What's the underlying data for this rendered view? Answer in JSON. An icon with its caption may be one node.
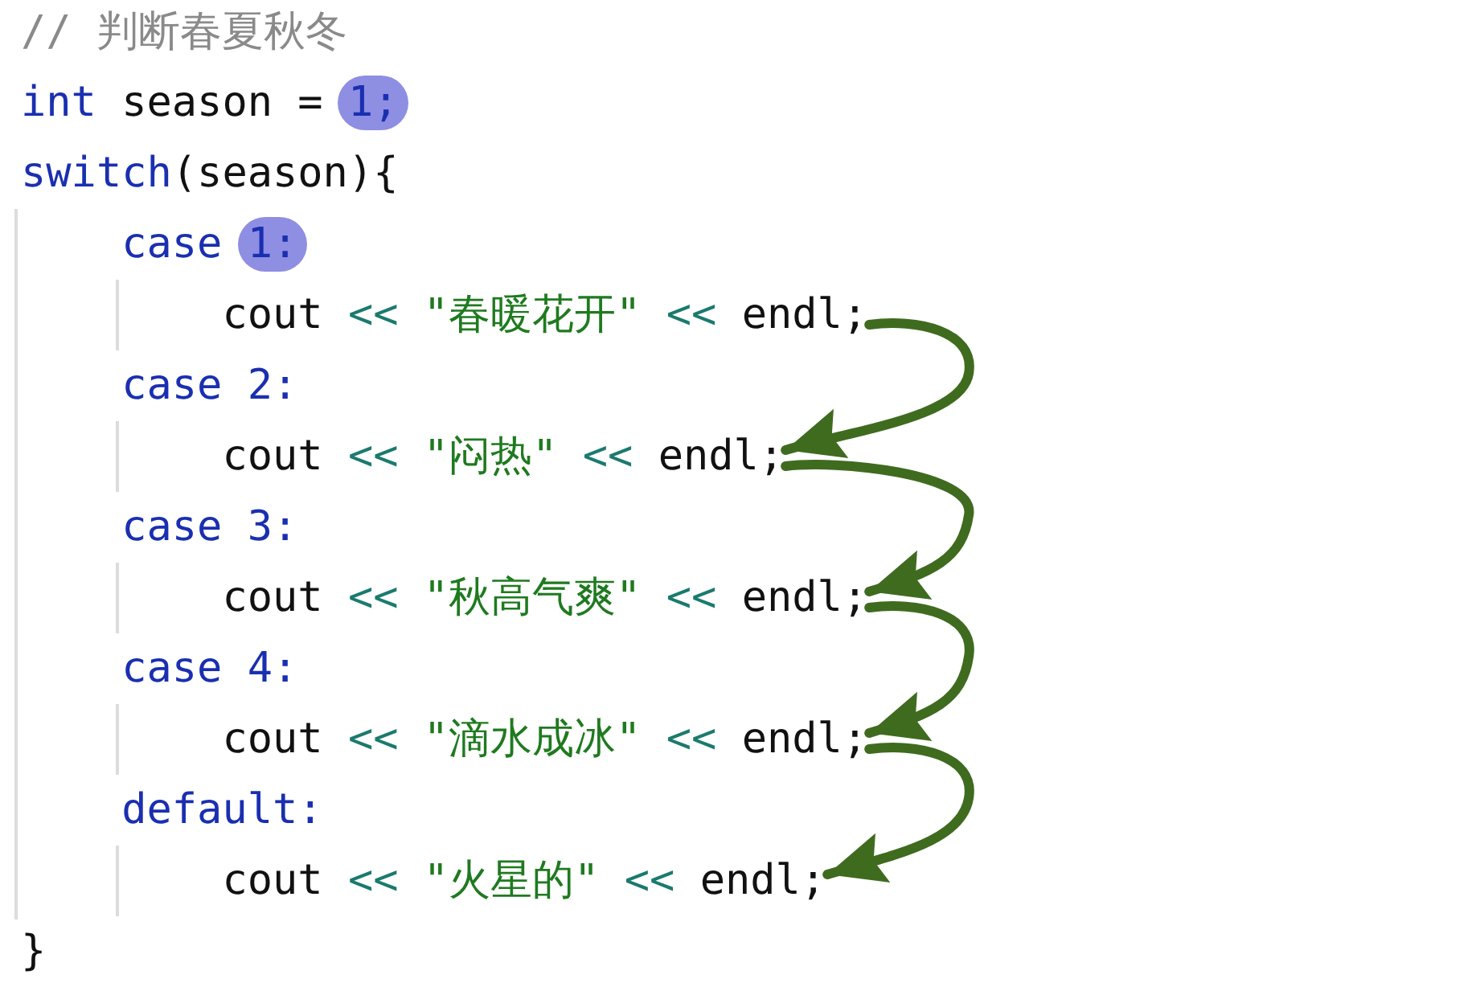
{
  "diagram": {
    "nodes": [
      {
        "text": [
          "cout",
          "<<",
          "\"春暖花开\"",
          "<<",
          "endl;"
        ]
      },
      {
        "text": [
          "cout",
          "<<",
          "\"闷热\"",
          "<<",
          "endl;"
        ]
      },
      {
        "text": [
          "cout",
          "<<",
          "\"秋高气爽\"",
          "<<",
          "endl;"
        ]
      },
      {
        "text": [
          "cout",
          "<<",
          "\"滴水成冰\"",
          "<<",
          "endl;"
        ]
      },
      {
        "text": [
          "cout",
          "<<",
          "\"火星的\"",
          "<<",
          "endl;"
        ]
      }
    ],
    "edges": [
      {
        "from": 0,
        "to": 1,
        "arrow": "to"
      },
      {
        "from": 1,
        "to": 2,
        "arrow": "to"
      },
      {
        "from": 2,
        "to": 3,
        "arrow": "to"
      },
      {
        "from": 3,
        "to": 4,
        "arrow": "to"
      }
    ],
    "labels": [
      "// 判断春夏秋冬",
      "int",
      "season =",
      "1;",
      "switch",
      "(season){",
      "case",
      "1:",
      "case 2:",
      "case 3:",
      "case 4:",
      "default:",
      "}"
    ]
  }
}
